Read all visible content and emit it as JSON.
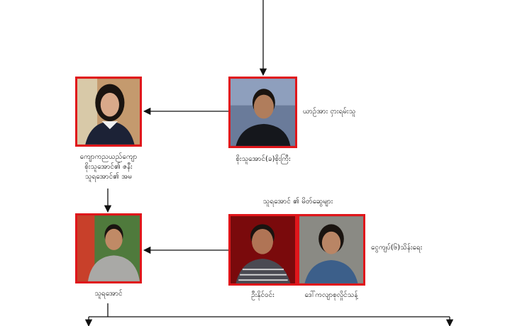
{
  "nodes": {
    "woman_top": {
      "photo_icon": "portrait-photo",
      "lines": [
        "ကျောကညယည်ကျော",
        "စိုးသူအောင်၏ ဇနီး",
        "သူရအောင်၏ အမ"
      ]
    },
    "man_top": {
      "photo_icon": "portrait-photo",
      "name": "စိုးသူအောင်(ခ)စိုးကြီး",
      "side_note": "ယာဥ်အား ငှားရမ်းသူ"
    },
    "thura": {
      "photo_icon": "portrait-photo",
      "name": "သူရအောင်"
    },
    "friends": {
      "heading": "သူရအောင် ၏ မိတ်ဆွေများ",
      "side_note": "ငွေကျပ်(၆)သိန်းရေး",
      "man": {
        "photo_icon": "portrait-photo",
        "name": "ဦးနိုင်ဝင်း"
      },
      "woman": {
        "photo_icon": "portrait-photo",
        "name": "ဒေါ်ကလျာစုလှိုင်သန့်"
      }
    }
  },
  "colors": {
    "frame": "#e0161b",
    "line": "#111111",
    "background": "#ffffff"
  }
}
